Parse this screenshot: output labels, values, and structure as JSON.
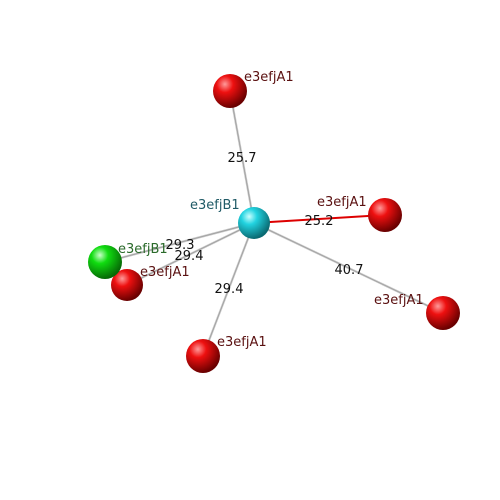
{
  "colors": {
    "center_node": "#22d3e0",
    "red_node": "#e00000",
    "green_node": "#00dd00",
    "edge_default": "#c8c8c8",
    "edge_highlight": "#dd0000",
    "label_red": "#5a1010",
    "label_cyan": "#1f5a66",
    "label_green": "#2a6a2a",
    "edge_label": "#111111"
  },
  "nodes": [
    {
      "id": "center",
      "label": "e3efjB1",
      "kind": "center"
    },
    {
      "id": "top",
      "label": "e3efjA1",
      "kind": "red"
    },
    {
      "id": "right",
      "label": "e3efjA1",
      "kind": "red"
    },
    {
      "id": "far-right",
      "label": "e3efjA1",
      "kind": "red"
    },
    {
      "id": "bottom",
      "label": "e3efjA1",
      "kind": "red"
    },
    {
      "id": "left-red",
      "label": "e3efjA1",
      "kind": "red"
    },
    {
      "id": "left-green",
      "label": "e3efjB1",
      "kind": "green"
    }
  ],
  "edges": [
    {
      "from": "center",
      "to": "top",
      "label": "25.7",
      "highlight": false
    },
    {
      "from": "center",
      "to": "right",
      "label": "25.2",
      "highlight": true
    },
    {
      "from": "center",
      "to": "far-right",
      "label": "40.7",
      "highlight": false
    },
    {
      "from": "center",
      "to": "bottom",
      "label": "29.4",
      "highlight": false
    },
    {
      "from": "center",
      "to": "left-green",
      "label": "29.3",
      "highlight": false
    },
    {
      "from": "center",
      "to": "left-red",
      "label": "29.4",
      "highlight": false
    }
  ]
}
